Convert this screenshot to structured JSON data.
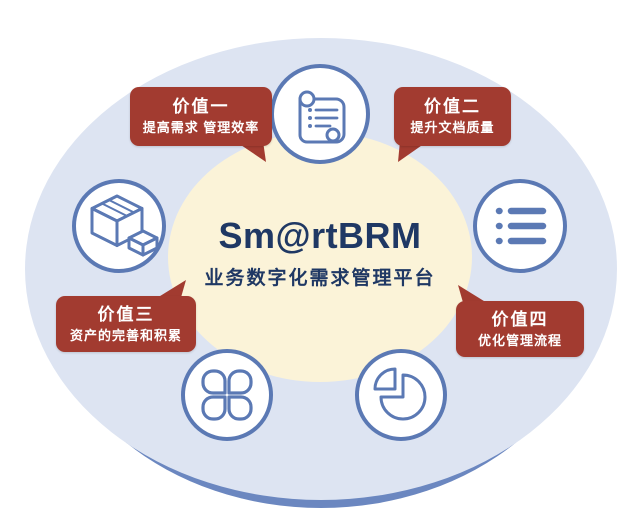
{
  "diagram": {
    "title": "Sm@rtBRM",
    "subtitle": "业务数字化需求管理平台",
    "badges": [
      {
        "title": "价值一",
        "desc": "提高需求 管理效率"
      },
      {
        "title": "价值二",
        "desc": "提升文档质量"
      },
      {
        "title": "价值三",
        "desc": "资产的完善和积累"
      },
      {
        "title": "价值四",
        "desc": "优化管理流程"
      }
    ],
    "icons": [
      {
        "name": "scroll-icon"
      },
      {
        "name": "list-icon"
      },
      {
        "name": "package-icon"
      },
      {
        "name": "clover-icon"
      },
      {
        "name": "pie-chart-icon"
      }
    ],
    "colors": {
      "accent_blue": "#5b79b4",
      "outer_ellipse_fill": "#dde4f2",
      "base_band_blue": "#6b87c0",
      "center_ellipse_fill": "#fbf3d8",
      "badge_red": "#a23b30",
      "title_navy": "#1f3864"
    }
  }
}
